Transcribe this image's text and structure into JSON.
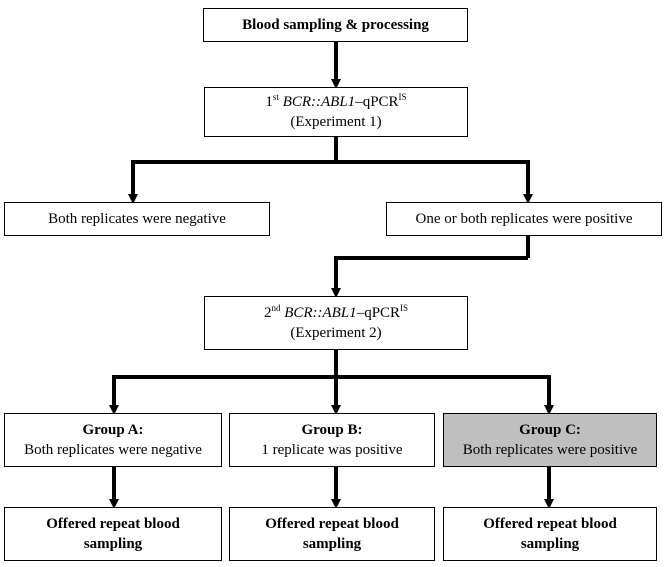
{
  "nodes": {
    "sampling": {
      "text": "Blood sampling & processing"
    },
    "exp1": {
      "prefix": "1",
      "sup": "st",
      "gene": "BCR::ABL1",
      "suffix": "–qPCR",
      "sup_is": "IS",
      "sub": "(Experiment 1)"
    },
    "neg": {
      "text": "Both replicates were negative"
    },
    "pos": {
      "text": "One or both replicates were positive"
    },
    "exp2": {
      "prefix": "2",
      "sup": "nd",
      "gene": "BCR::ABL1",
      "suffix": "–qPCR",
      "sup_is": "IS",
      "sub": "(Experiment 2)"
    },
    "groupA": {
      "title": "Group A:",
      "text": "Both replicates were negative"
    },
    "groupB": {
      "title": "Group B:",
      "text": "1 replicate was positive"
    },
    "groupC": {
      "title": "Group C:",
      "text": "Both replicates were positive",
      "fill": "#bfbfbf"
    },
    "offerA": {
      "line1": "Offered repeat blood",
      "line2": "sampling"
    },
    "offerB": {
      "line1": "Offered repeat blood",
      "line2": "sampling"
    },
    "offerC": {
      "line1": "Offered repeat blood",
      "line2": "sampling"
    }
  },
  "colors": {
    "stroke": "#000000",
    "background": "#ffffff",
    "highlight": "#bfbfbf"
  }
}
